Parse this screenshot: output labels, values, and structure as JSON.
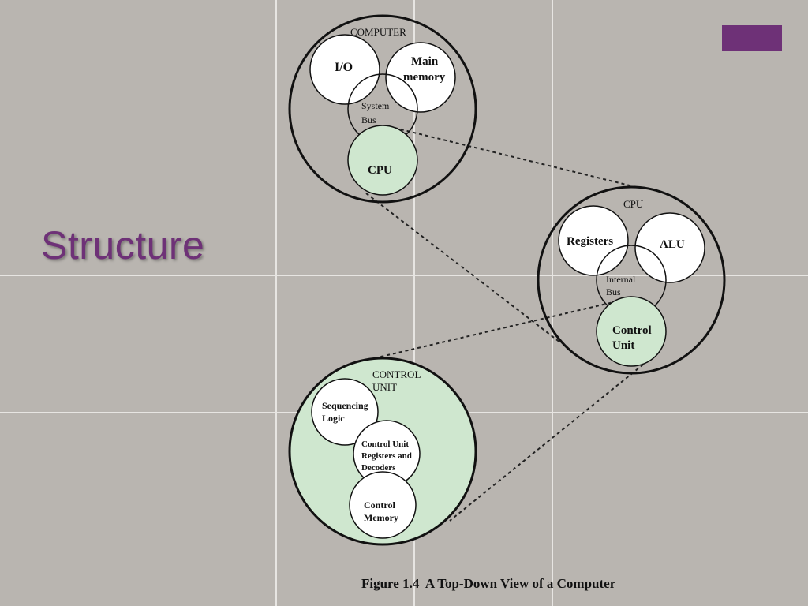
{
  "slide": {
    "title": "Structure",
    "colors": {
      "title": "#6e3177",
      "accent_box": "#6e3177",
      "background": "#b9b5b0",
      "green_fill": "#cfe7cf"
    }
  },
  "diagram": {
    "computer": {
      "label": "COMPUTER",
      "io": "I/O",
      "main_memory": [
        "Main",
        "memory"
      ],
      "system_bus": [
        "System",
        "Bus"
      ],
      "cpu": "CPU"
    },
    "cpu": {
      "label": "CPU",
      "registers": "Registers",
      "alu": "ALU",
      "internal_bus": [
        "Internal",
        "Bus"
      ],
      "control_unit": [
        "Control",
        "Unit"
      ]
    },
    "control_unit": {
      "label": [
        "CONTROL",
        "UNIT"
      ],
      "sequencing_logic": [
        "Sequencing",
        "Logic"
      ],
      "registers_decoders": [
        "Control Unit",
        "Registers and",
        "Decoders"
      ],
      "control_memory": [
        "Control",
        "Memory"
      ]
    },
    "caption": "Figure 1.4  A Top-Down View of a Computer"
  }
}
